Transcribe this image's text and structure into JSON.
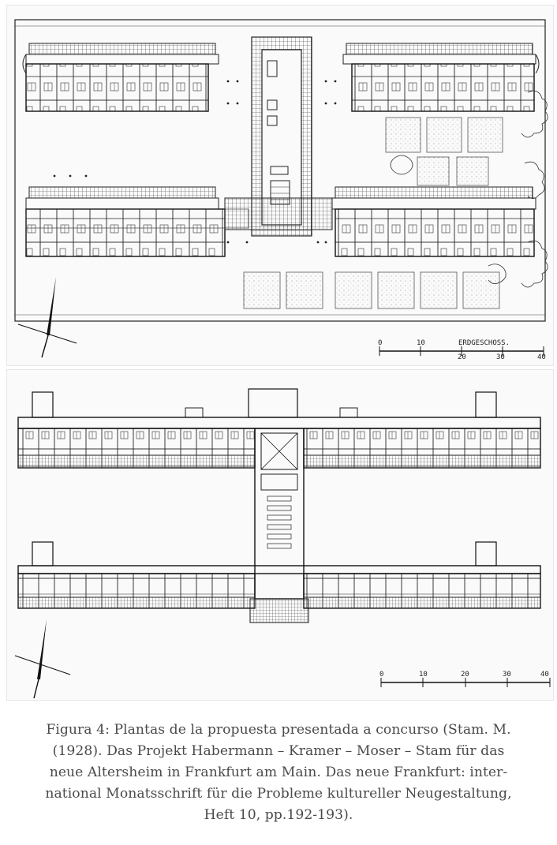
{
  "figure": {
    "upper_plan": {
      "label": "ERDGESCHOSS.",
      "scale_ticks": [
        "0",
        "10",
        "20",
        "30",
        "40"
      ]
    },
    "lower_plan": {
      "scale_ticks": [
        "0",
        "10",
        "20",
        "30",
        "40"
      ]
    },
    "colors": {
      "ink": "#1a1a1a",
      "paper": "#fafafa",
      "caption": "#4a4a4a"
    }
  },
  "caption": {
    "lines": [
      "Figura 4: Plantas de la propuesta presentada a concurso (Stam. M.",
      "(1928). Das Projekt Habermann – Kramer – Moser – Stam für das",
      "neue Altersheim in Frankfurt am Main. Das neue Frankfurt: inter-",
      "national Monatsschrift für die Probleme kultureller Neugestaltung,",
      "Heft 10, pp.192-193)."
    ]
  }
}
